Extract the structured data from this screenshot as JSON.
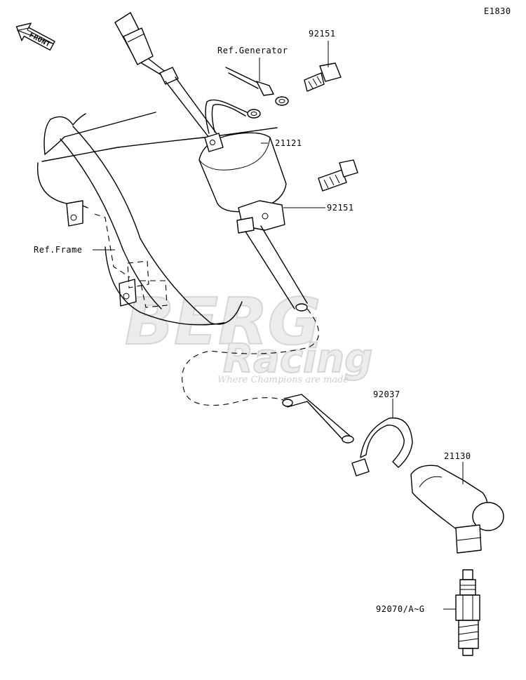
{
  "diagram_code": "E1830",
  "front_arrow_label": "FRONT",
  "watermark": {
    "line1": "BERG",
    "line2": "Racing",
    "tagline": "Where Champions are made"
  },
  "callouts": [
    {
      "id": "ref-generator",
      "text": "Ref.Generator"
    },
    {
      "id": "bolt-upper",
      "text": "92151"
    },
    {
      "id": "ignition-coil",
      "text": "21121"
    },
    {
      "id": "bolt-lower",
      "text": "92151"
    },
    {
      "id": "ref-frame",
      "text": "Ref.Frame"
    },
    {
      "id": "clamp",
      "text": "92037"
    },
    {
      "id": "plug-cap",
      "text": "21130"
    },
    {
      "id": "spark-plug",
      "text": "92070/A~G"
    }
  ]
}
